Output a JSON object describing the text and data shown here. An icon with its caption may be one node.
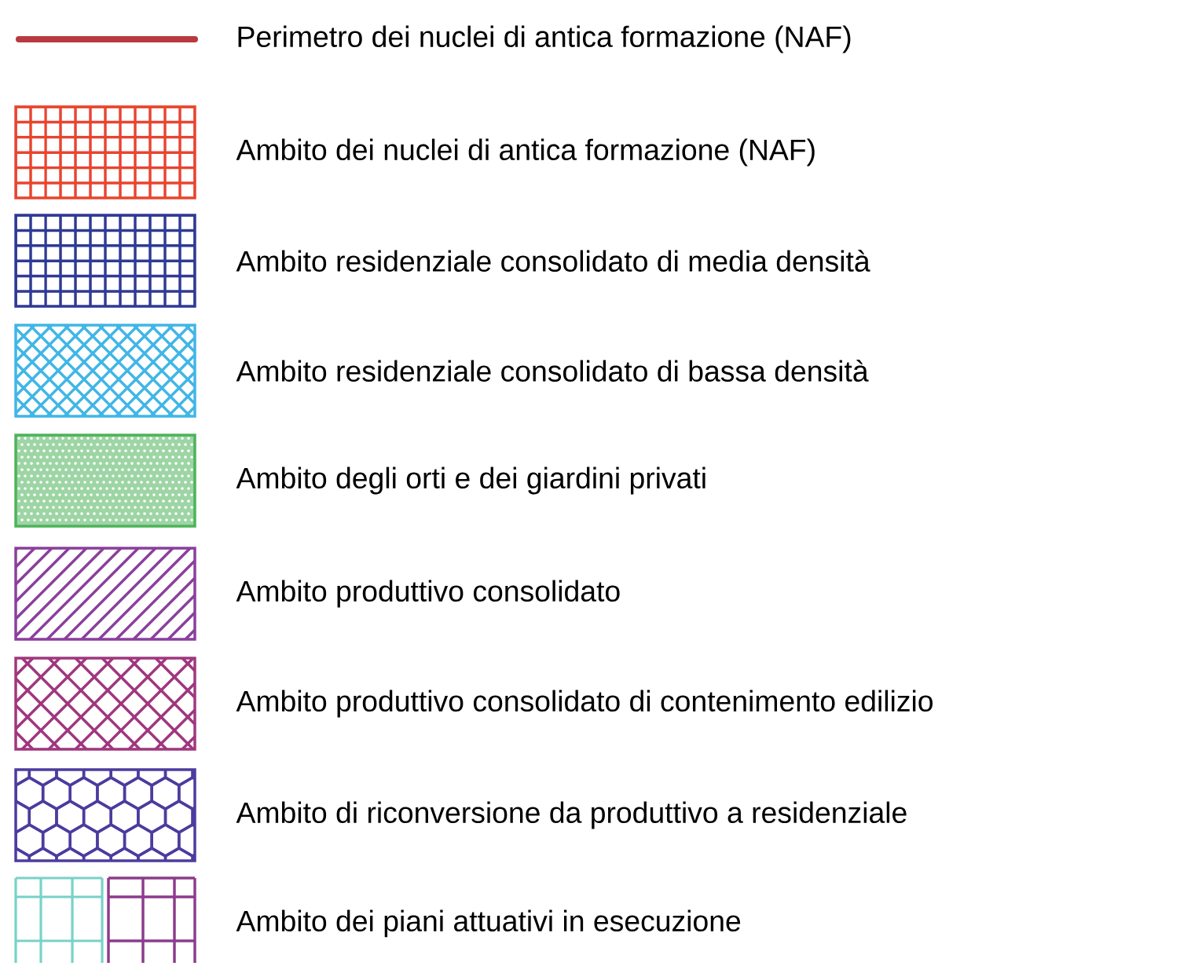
{
  "diagram": {
    "legend": [
      {
        "text": "Perimetro dei nuclei di antica formazione (NAF)"
      },
      {
        "text": "Ambito dei nuclei di antica formazione (NAF)",
        "color": "#e8452f"
      },
      {
        "text": "Ambito residenziale consolidato di media densità",
        "color": "#2f3a94"
      },
      {
        "text": "Ambito residenziale consolidato di bassa densità",
        "color": "#40b6e6"
      },
      {
        "text": "Ambito degli orti e dei giardini privati",
        "color": "#4db35a"
      },
      {
        "text": "Ambito produttivo consolidato",
        "color": "#8a3f9c"
      },
      {
        "text": "Ambito produttivo consolidato di contenimento edilizio",
        "color": "#a0367e"
      },
      {
        "text": "Ambito di riconversione da produttivo a residenziale",
        "color": "#4b3c9e"
      },
      {
        "text": "Ambito dei piani attuativi in esecuzione"
      }
    ]
  }
}
